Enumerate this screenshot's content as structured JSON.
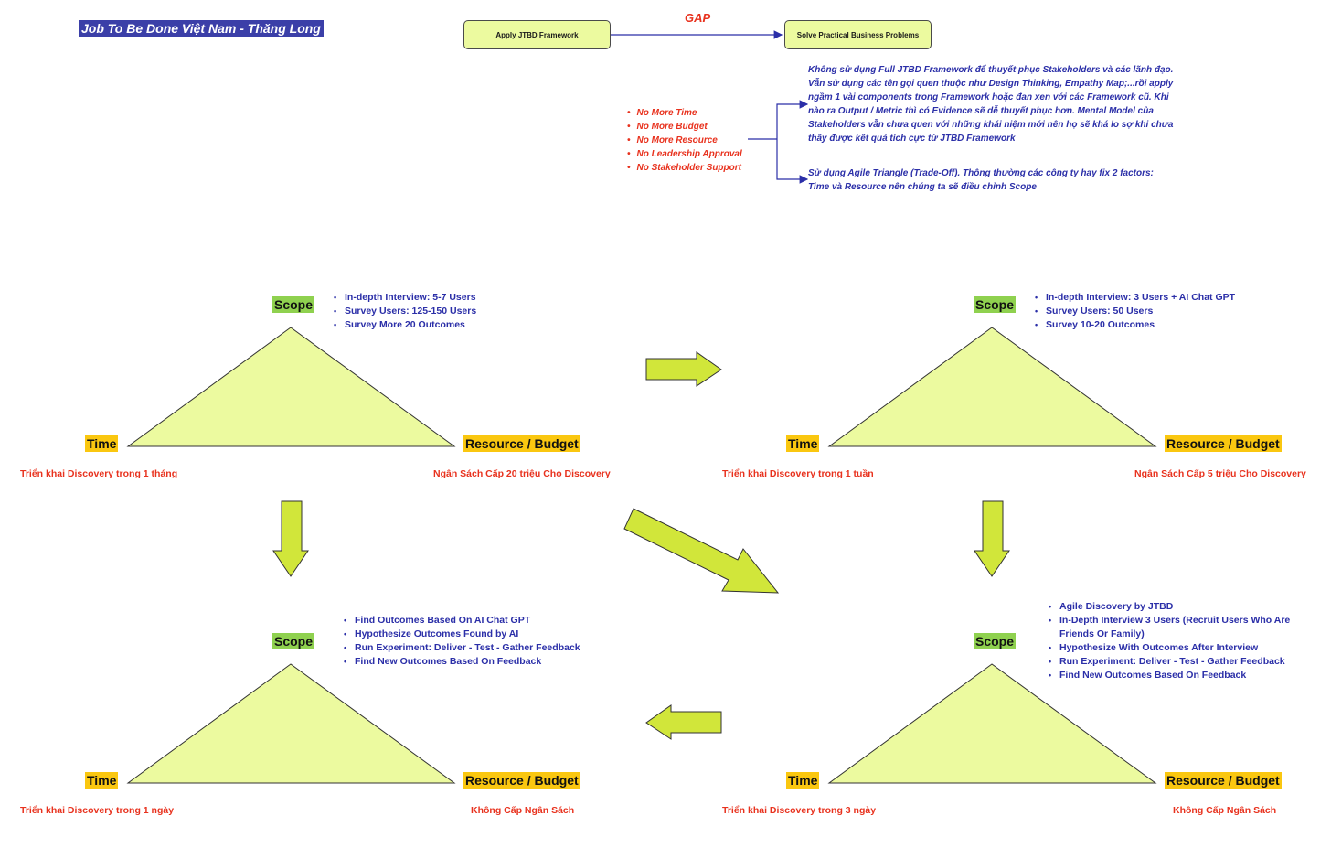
{
  "title": "Job To Be Done Việt Nam - Thăng Long",
  "top_flow": {
    "left_box": "Apply JTBD Framework",
    "right_box": "Solve Practical Business Problems",
    "gap_label": "GAP"
  },
  "constraints": [
    "No More Time",
    "No More Budget",
    "No More Resource",
    "No Leadership Approval",
    "No Stakeholder Support"
  ],
  "notes": {
    "first": "Không sử dụng Full JTBD Framework để thuyết phục Stakeholders và các lãnh đạo. Vẫn sử dụng các tên gọi quen thuộc như Design Thinking, Empathy Map;...rồi apply ngầm 1 vài components trong Framework hoặc đan xen với các Framework cũ. Khi nào ra Output / Metric thì có Evidence sẽ dễ thuyết phục hơn. Mental Model của Stakeholders vẫn chưa quen với những khái niệm mới nên họ sẽ khá lo sợ khi chưa thấy được kết quả tích cực từ JTBD Framework",
    "second": "Sử dụng Agile Triangle (Trade-Off). Thông thường các công ty hay fix 2 factors: Time và Resource nên chúng ta sẽ điều chỉnh Scope"
  },
  "triangle_labels": {
    "scope": "Scope",
    "time": "Time",
    "resource": "Resource / Budget"
  },
  "triangles": [
    {
      "bullets": [
        "In-depth Interview: 5-7 Users",
        "Survey Users: 125-150 Users",
        "Survey More 20 Outcomes"
      ],
      "time_note": "Triển khai Discovery trong 1 tháng",
      "budget_note": "Ngân Sách Cấp 20 triệu Cho Discovery"
    },
    {
      "bullets": [
        "In-depth Interview: 3 Users + AI Chat GPT",
        "Survey Users: 50 Users",
        "Survey 10-20 Outcomes"
      ],
      "time_note": "Triển khai Discovery trong 1 tuần",
      "budget_note": "Ngân Sách Cấp 5 triệu Cho Discovery"
    },
    {
      "bullets": [
        "Find Outcomes Based On AI Chat GPT",
        "Hypothesize Outcomes Found by AI",
        "Run Experiment: Deliver - Test - Gather Feedback",
        "Find New Outcomes Based On Feedback"
      ],
      "time_note": "Triển khai Discovery trong 1 ngày",
      "budget_note": "Không Cấp Ngân Sách"
    },
    {
      "bullets": [
        "Agile Discovery by JTBD",
        "In-Depth Interview 3 Users (Recruit Users Who Are Friends Or Family)",
        "Hypothesize With Outcomes After Interview",
        "Run Experiment: Deliver - Test - Gather Feedback",
        "Find New Outcomes Based On Feedback"
      ],
      "time_note": "Triển khai Discovery trong 3 ngày",
      "budget_note": "Không Cấp Ngân Sách"
    }
  ],
  "colors": {
    "triangle_fill": "#ecfa9f",
    "arrow_fill": "#d1e63a",
    "scope_bg": "#8fd14f",
    "time_bg": "#fac710",
    "red_text": "#e8321e",
    "blue_text": "#2b2fa8",
    "title_bg": "#3b3fa8"
  }
}
